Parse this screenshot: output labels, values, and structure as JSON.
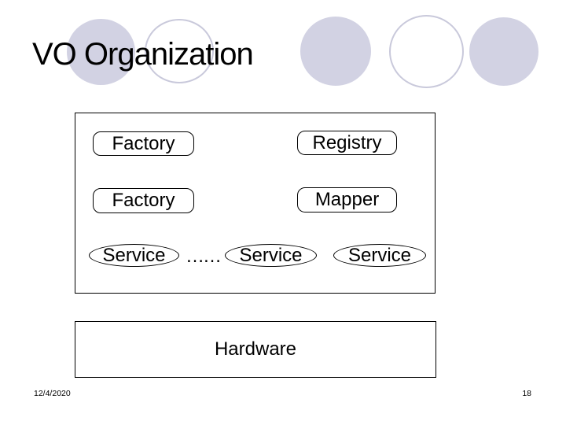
{
  "slide": {
    "title": "VO Organization",
    "diagram": {
      "boxes": [
        {
          "id": "factory-1",
          "label": "Factory"
        },
        {
          "id": "registry",
          "label": "Registry"
        },
        {
          "id": "factory-2",
          "label": "Factory"
        },
        {
          "id": "mapper",
          "label": "Mapper"
        }
      ],
      "services": [
        {
          "label": "Service"
        },
        {
          "label": "Service"
        },
        {
          "label": "Service"
        }
      ],
      "dots": "……",
      "hardware_label": "Hardware"
    },
    "footer": {
      "date": "12/4/2020",
      "page_number": "18"
    },
    "colors": {
      "background": "#ffffff",
      "circle_fill": "#d2d2e3",
      "circle_outline": "#c9c9db",
      "shape_border": "#000000",
      "text": "#000000"
    }
  }
}
